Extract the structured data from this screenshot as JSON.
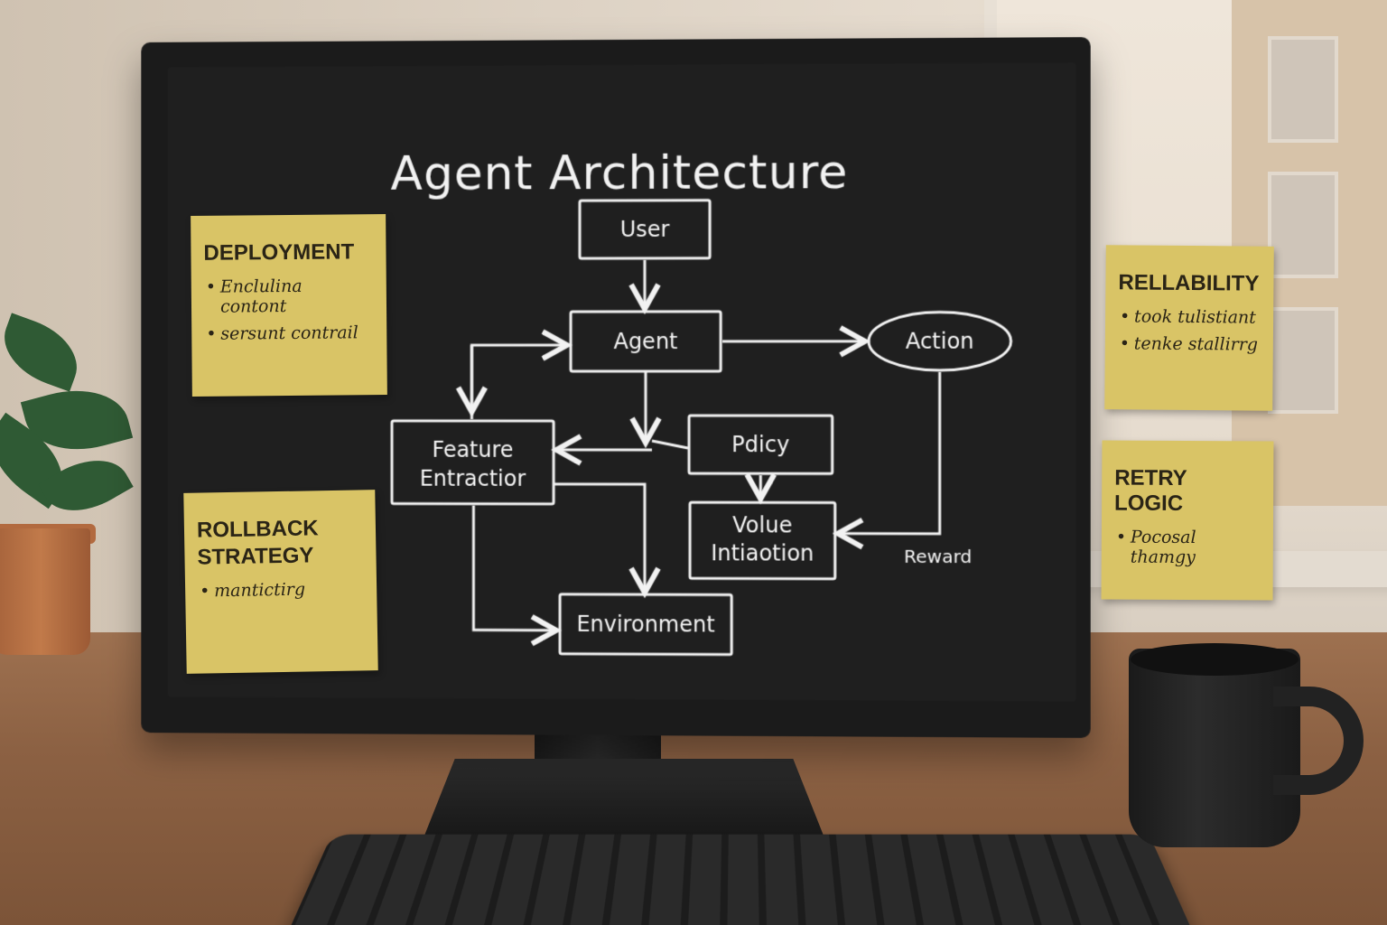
{
  "diagram": {
    "title": "Agent Architecture",
    "nodes": {
      "user": "User",
      "agent": "Agent",
      "action": "Action",
      "feature": [
        "Feature",
        "Entractior"
      ],
      "policy": "Pdicy",
      "value": [
        "Volue",
        "Intiaotion"
      ],
      "environment": "Environment"
    },
    "edge_labels": {
      "reward": "Reward"
    }
  },
  "notes": {
    "deployment": {
      "title": "DEPLOYMENT",
      "items": [
        "Enclulina contont",
        "sersunt contrail"
      ]
    },
    "rollback": {
      "title_line1": "ROLLBACK",
      "title_line2": "STRATEGY",
      "items": [
        "mantictirg"
      ]
    },
    "reliability": {
      "title": "RELLABILITY",
      "items": [
        "took tulistiant",
        "tenke stallirrg"
      ]
    },
    "retry": {
      "title": "RETRY LOGIC",
      "items": [
        "Pocosal thamgy"
      ]
    }
  },
  "colors": {
    "screen": "#1f1f1f",
    "line": "#f2f2f2",
    "sticky": "#d9c466"
  }
}
